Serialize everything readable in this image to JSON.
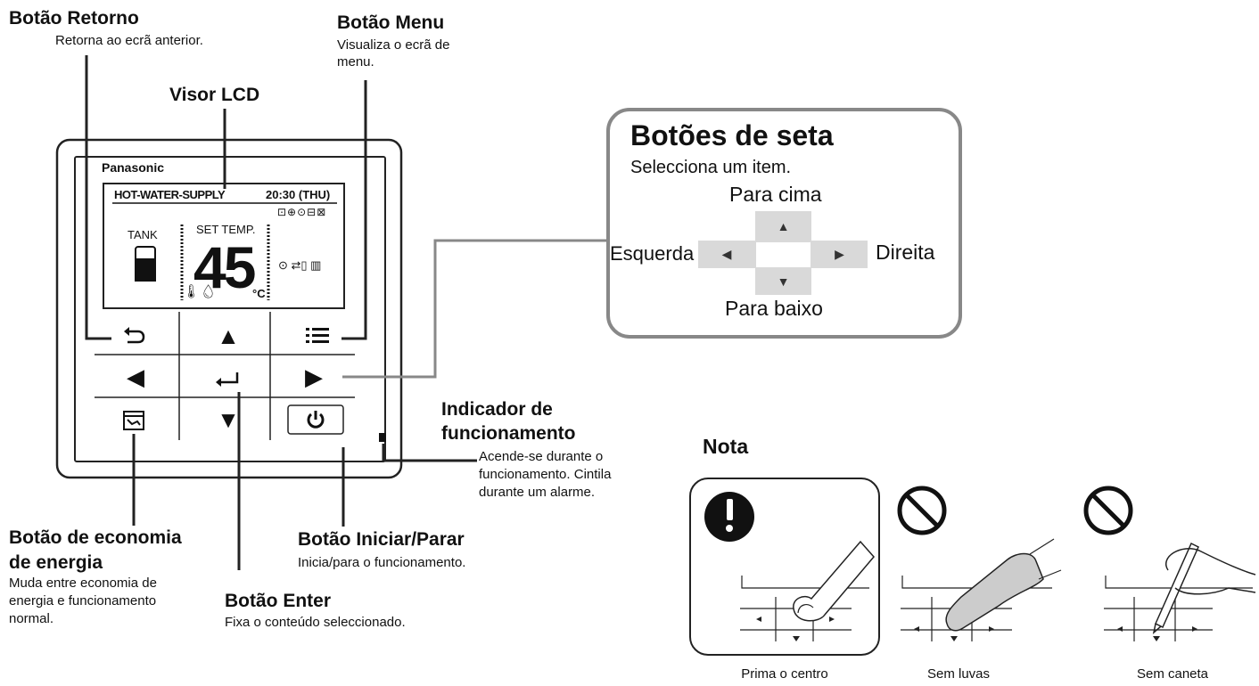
{
  "callouts": {
    "return": {
      "title": "Botão Retorno",
      "desc": "Retorna ao ecrã anterior."
    },
    "menu": {
      "title": "Botão Menu",
      "desc_l1": "Visualiza o ecrã de",
      "desc_l2": "menu."
    },
    "lcd": {
      "title": "Visor LCD"
    },
    "indicator": {
      "title_l1": "Indicador de",
      "title_l2": "funcionamento",
      "desc_l1": "Acende-se durante o",
      "desc_l2": "funcionamento. Cintila",
      "desc_l3": "durante um alarme."
    },
    "energy": {
      "title_l1": "Botão de economia",
      "title_l2": "de energia",
      "desc_l1": "Muda entre economia de",
      "desc_l2": "energia e funcionamento",
      "desc_l3": "normal."
    },
    "startstop": {
      "title": "Botão Iniciar/Parar",
      "desc": "Inicia/para o funcionamento."
    },
    "enter": {
      "title": "Botão Enter",
      "desc": "Fixa o conteúdo seleccionado."
    }
  },
  "lcd": {
    "brand": "Panasonic",
    "mode": "HOT-WATER-SUPPLY",
    "clock": "20:30 (THU)",
    "tank_label": "TANK",
    "set_temp_label": "SET TEMP.",
    "temp_value": "45",
    "temp_unit": "°C"
  },
  "arrow_panel": {
    "title": "Botões de seta",
    "subtitle": "Selecciona um item.",
    "up": "Para cima",
    "down": "Para baixo",
    "left": "Esquerda",
    "right": "Direita"
  },
  "note": {
    "title": "Nota",
    "captions": [
      "Prima o centro",
      "Sem luvas",
      "Sem caneta"
    ]
  },
  "icons": [
    "return-icon",
    "menu-list-icon",
    "up-arrow-icon",
    "left-arrow-icon",
    "enter-icon",
    "right-arrow-icon",
    "energy-save-icon",
    "down-arrow-icon",
    "power-icon"
  ]
}
